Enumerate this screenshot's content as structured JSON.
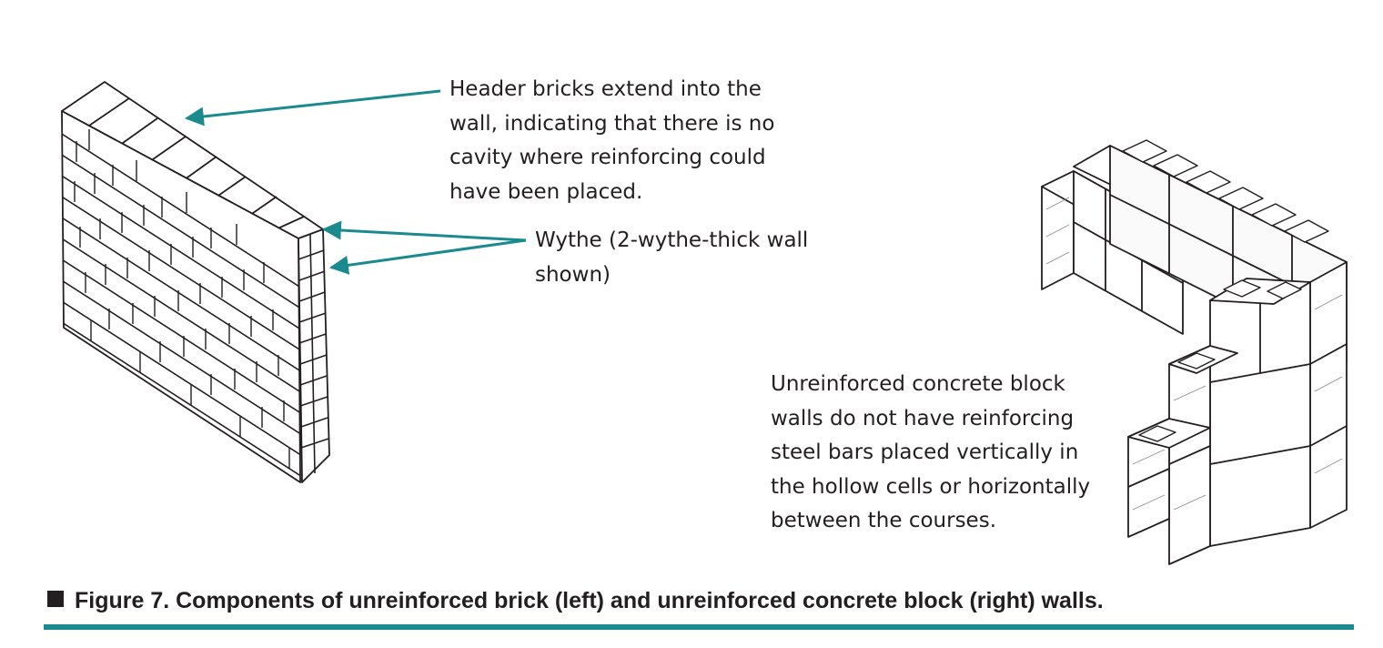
{
  "annotations": {
    "header_bricks": [
      "Header bricks extend into the",
      "wall, indicating that there is no",
      "cavity where reinforcing could",
      "have been placed."
    ],
    "wythe": [
      "Wythe (2-wythe-thick wall",
      "shown)"
    ],
    "concrete_block": [
      "Unreinforced concrete block",
      "walls do not have reinforcing",
      "steel bars placed vertically in",
      "the hollow cells or horizontally",
      "between the courses."
    ]
  },
  "caption": "Figure 7. Components of unreinforced brick (left) and unreinforced concrete block (right) walls.",
  "colors": {
    "accent": "#1a8a8f",
    "ink": "#231f20"
  }
}
